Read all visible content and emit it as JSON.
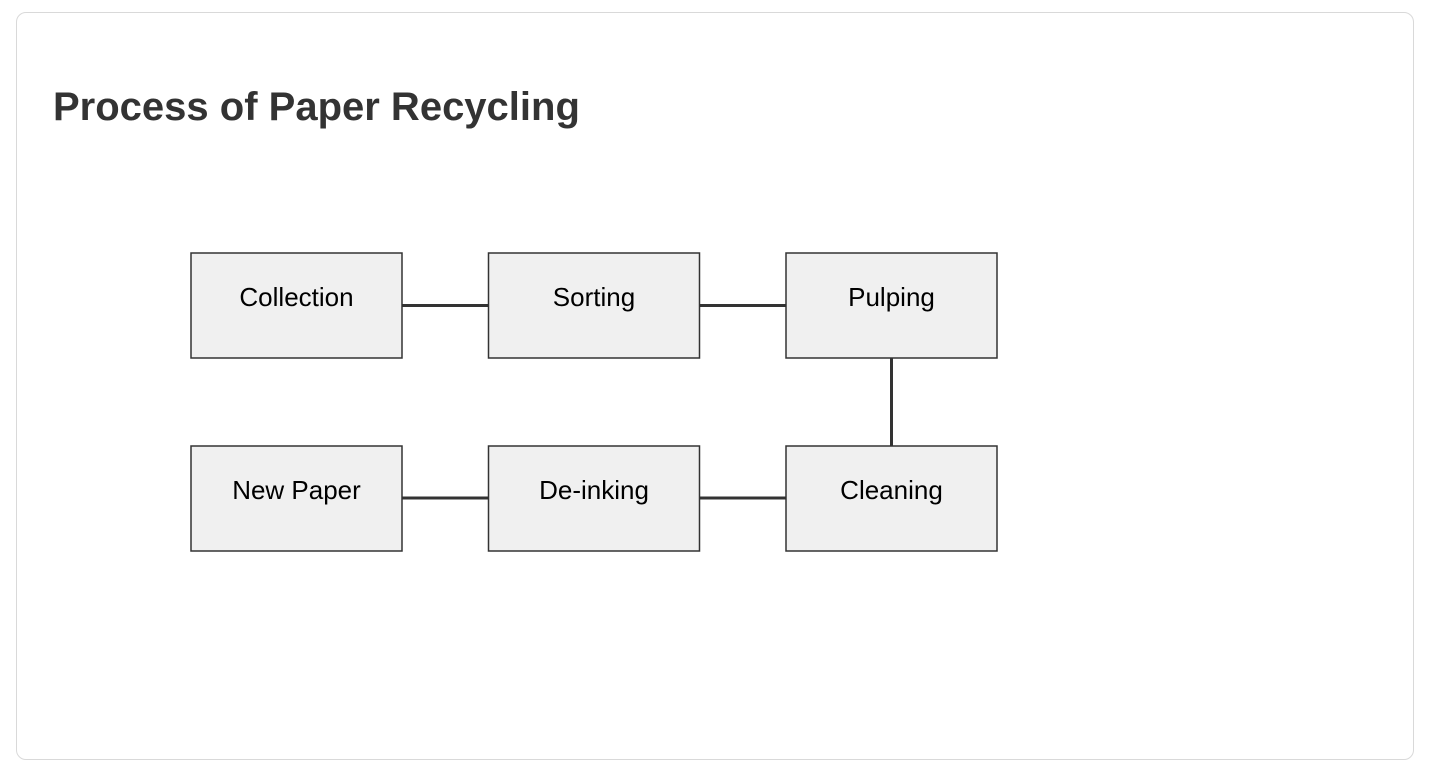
{
  "title": "Process of Paper Recycling",
  "diagram": {
    "nodes": [
      {
        "id": "collection",
        "label": "Collection"
      },
      {
        "id": "sorting",
        "label": "Sorting"
      },
      {
        "id": "pulping",
        "label": "Pulping"
      },
      {
        "id": "cleaning",
        "label": "Cleaning"
      },
      {
        "id": "deinking",
        "label": "De-inking"
      },
      {
        "id": "newpaper",
        "label": "New Paper"
      }
    ],
    "edges": [
      [
        "collection",
        "sorting"
      ],
      [
        "sorting",
        "pulping"
      ],
      [
        "pulping",
        "cleaning"
      ],
      [
        "cleaning",
        "deinking"
      ],
      [
        "deinking",
        "newpaper"
      ]
    ]
  },
  "colors": {
    "node_fill": "#f0f0f0",
    "node_stroke": "#333333",
    "title_text": "#333333"
  }
}
